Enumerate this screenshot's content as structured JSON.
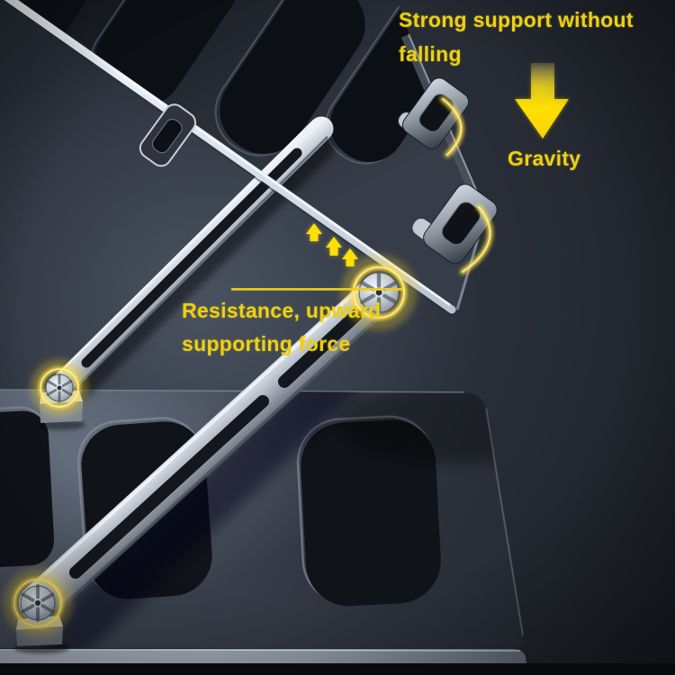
{
  "annotations": {
    "top_caption_line1": "Strong support without",
    "top_caption_line2": "falling",
    "gravity_label": "Gravity",
    "resistance_line1": "Resistance, upward",
    "resistance_line2": "supporting force"
  },
  "icons": {
    "gravity_arrow": "arrow-down",
    "support_force_arrows": "arrow-up-triple",
    "hinge_highlights": "glow-ring"
  },
  "colors": {
    "annotation_yellow": "#edd014",
    "arrow_yellow": "#ffdf05",
    "glow_yellow": "#ffe042",
    "background_dark": "#23282f",
    "metal_bright": "#dfe6ee",
    "plate_surface": "#3d4450"
  }
}
